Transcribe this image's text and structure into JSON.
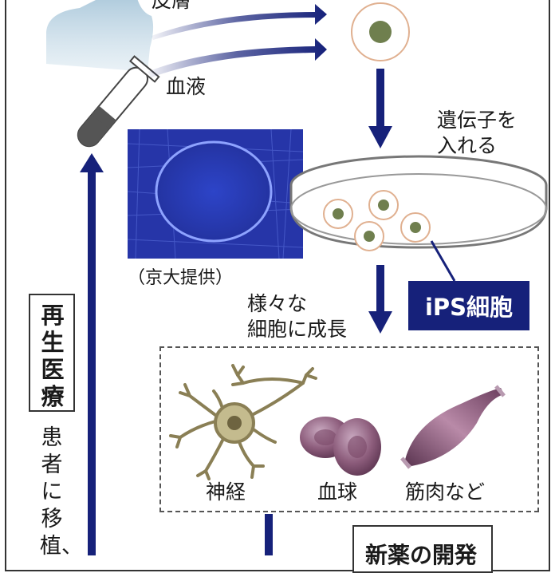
{
  "labels": {
    "skin": "皮膚",
    "blood": "血液",
    "insert_genes_line1": "遺伝子を",
    "insert_genes_line2": "入れる",
    "photo_credit": "（京大提供）",
    "grow_line1": "様々な",
    "grow_line2": "細胞に成長",
    "ips_cells": "iPS細胞",
    "regenerative_medicine": "再生医療",
    "transplant": "患者に移植、",
    "nerve": "神経",
    "blood_cell": "血球",
    "muscle_etc": "筋肉など",
    "new_drug": "新薬の開発"
  },
  "colors": {
    "arrow_navy": "#16217a",
    "body_blue": "#b9d3e3",
    "cell_ring": "#e0b090",
    "cell_nucleus": "#6f7f4e",
    "blood_cell": "#8a5a78",
    "nerve": "#9a9168",
    "colony_blue": "#2a3fb8"
  }
}
